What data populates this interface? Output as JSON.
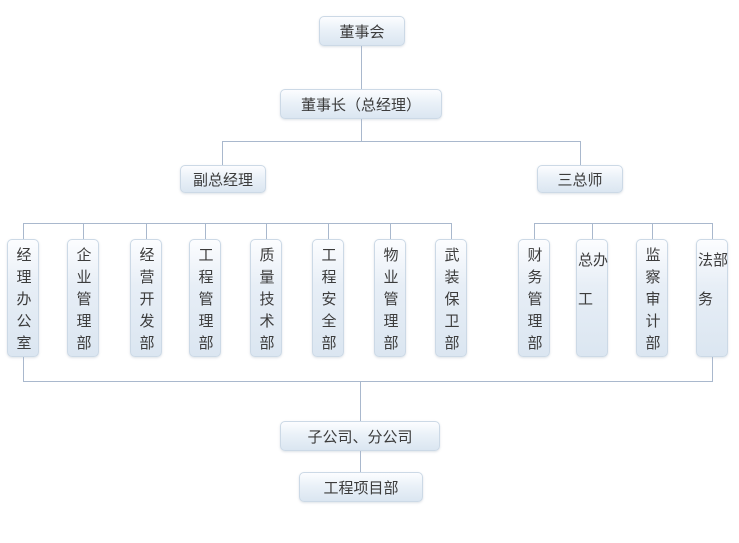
{
  "chart": {
    "board": "董事会",
    "chairman": "董事长（总经理）",
    "deputy_gm": "副总经理",
    "three_chiefs": "三总师",
    "left_departments": [
      "经理办公室",
      "企业管理部",
      "经营开发部",
      "工程管理部",
      "质量技术部",
      "工程安全部",
      "物业管理部",
      "武装保卫部"
    ],
    "right_departments": [
      "财务管理部",
      "总工办",
      "监察审计部",
      "法务部"
    ],
    "subsidiaries": "子公司、分公司",
    "project_dept": "工程项目部"
  },
  "colors": {
    "background": "#ffffff",
    "box_border": "#ccd9e6",
    "box_fill_top": "#fcfdff",
    "box_fill_bottom": "#dbe6f1",
    "connector_line": "#a9b8cd",
    "text": "#3c3c3c"
  }
}
